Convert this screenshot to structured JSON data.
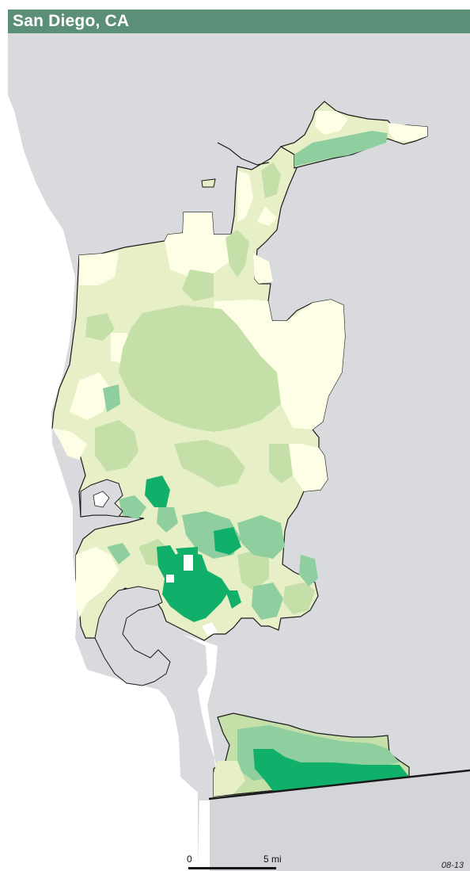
{
  "header": {
    "title": "San Diego, CA"
  },
  "colors": {
    "header": "#5c8f78",
    "water": "#d9dadd",
    "land": "#ffffff",
    "border": "#1a1a1a",
    "class_1": "#fefee6",
    "class_2": "#e7efc6",
    "class_3": "#c5dfa9",
    "class_4": "#8fcf9f",
    "class_5": "#10b06a"
  },
  "scale_bar": {
    "zero_label": "0",
    "distance_label": "5 mi"
  },
  "map_id": "08-13"
}
